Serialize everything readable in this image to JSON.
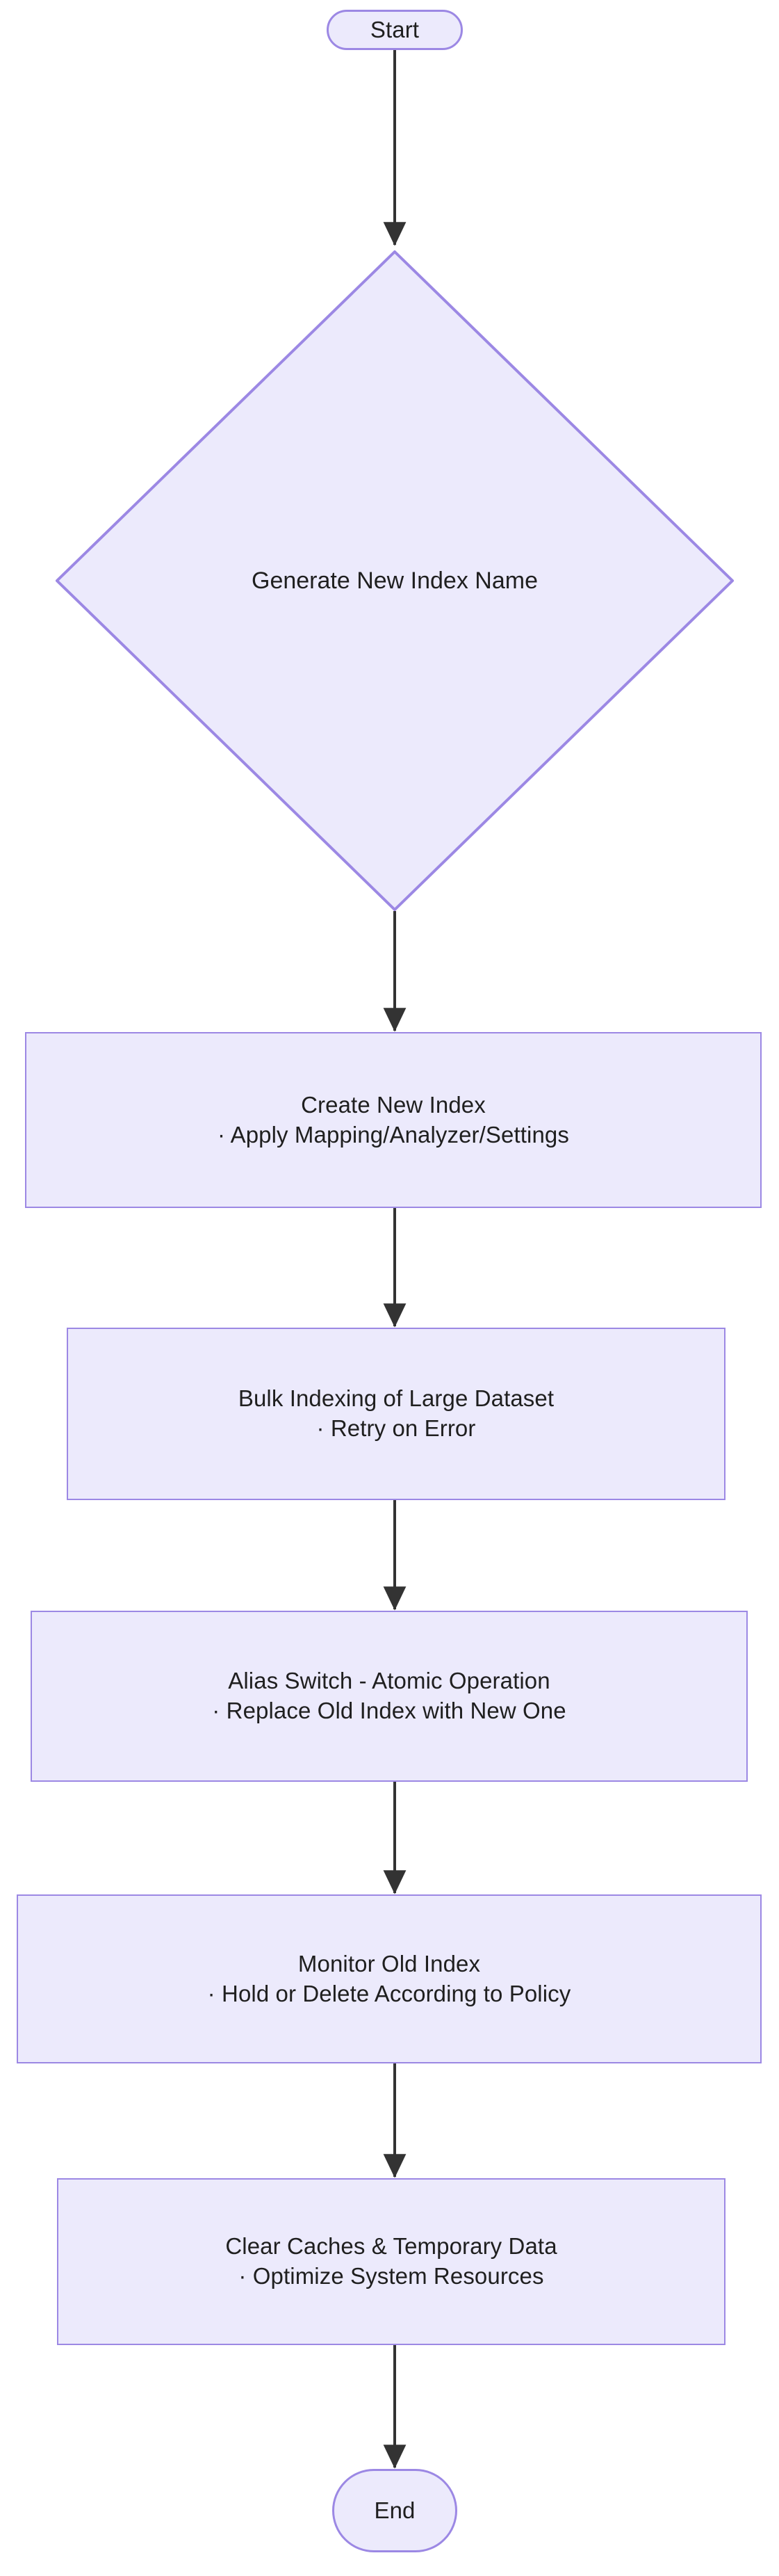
{
  "diagram": {
    "type": "flowchart",
    "orientation": "top-to-bottom",
    "background_color": "#FFFFFF",
    "node_fill_color": "#ECEAFC",
    "node_border_color": "#9C88E4",
    "edge_color": "#333333",
    "text_color": "#1F1F1F"
  },
  "nodes": [
    {
      "id": "start",
      "shape": "stadium",
      "label": "Start"
    },
    {
      "id": "generate-index-name",
      "shape": "diamond",
      "label": "Generate New Index Name"
    },
    {
      "id": "create-new-index",
      "shape": "rectangle",
      "line1": "Create New Index",
      "line2": "· Apply Mapping/Analyzer/Settings"
    },
    {
      "id": "bulk-indexing",
      "shape": "rectangle",
      "line1": "Bulk Indexing of Large Dataset",
      "line2": "· Retry on Error"
    },
    {
      "id": "alias-switch",
      "shape": "rectangle",
      "line1": "Alias Switch - Atomic Operation",
      "line2": "· Replace Old Index with New One"
    },
    {
      "id": "monitor-old-index",
      "shape": "rectangle",
      "line1": "Monitor Old Index",
      "line2": "· Hold or Delete According to Policy"
    },
    {
      "id": "clear-caches",
      "shape": "rectangle",
      "line1": "Clear Caches & Temporary Data",
      "line2": "· Optimize System Resources"
    },
    {
      "id": "end",
      "shape": "stadium",
      "label": "End"
    }
  ],
  "edges": [
    {
      "from": "start",
      "to": "generate-index-name",
      "label": ""
    },
    {
      "from": "generate-index-name",
      "to": "create-new-index",
      "label": ""
    },
    {
      "from": "create-new-index",
      "to": "bulk-indexing",
      "label": ""
    },
    {
      "from": "bulk-indexing",
      "to": "alias-switch",
      "label": ""
    },
    {
      "from": "alias-switch",
      "to": "monitor-old-index",
      "label": ""
    },
    {
      "from": "monitor-old-index",
      "to": "clear-caches",
      "label": ""
    },
    {
      "from": "clear-caches",
      "to": "end",
      "label": ""
    }
  ]
}
